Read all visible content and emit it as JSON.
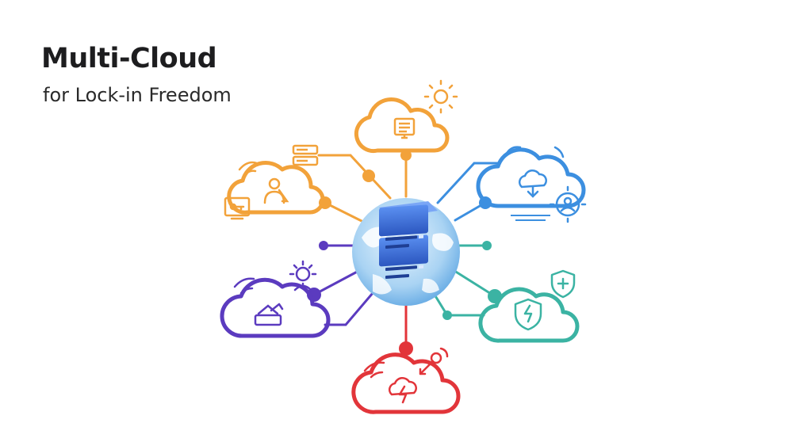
{
  "header": {
    "title": "Multi-Cloud",
    "subtitle": "for Lock-in Freedom"
  },
  "colors": {
    "title": "#1d1d1f",
    "orange": "#f2a23a",
    "blue": "#3c8fe0",
    "purple": "#5b3bbf",
    "teal": "#3bb3a3",
    "red": "#e2353a",
    "globe": "#9cc9ee",
    "server": "#3f6fd6"
  },
  "nodes": [
    {
      "id": "top-orange",
      "color_key": "orange",
      "icon": "document-monitor-icon",
      "badge": "sun-icon"
    },
    {
      "id": "left-orange",
      "color_key": "orange",
      "icon": "user-cursor-icon",
      "badge": "server-rack-icon"
    },
    {
      "id": "right-blue",
      "color_key": "blue",
      "icon": "tree-cloud-icon",
      "badge": "user-gear-icon"
    },
    {
      "id": "left-purple",
      "color_key": "purple",
      "icon": "storage-upload-icon",
      "badge": "gear-person-icon"
    },
    {
      "id": "right-teal",
      "color_key": "teal",
      "icon": "shield-bolt-icon",
      "badge": "shield-plus-icon"
    },
    {
      "id": "bottom-red",
      "color_key": "red",
      "icon": "lightning-cloud-icon",
      "badge": "arrow-target-icon"
    }
  ]
}
